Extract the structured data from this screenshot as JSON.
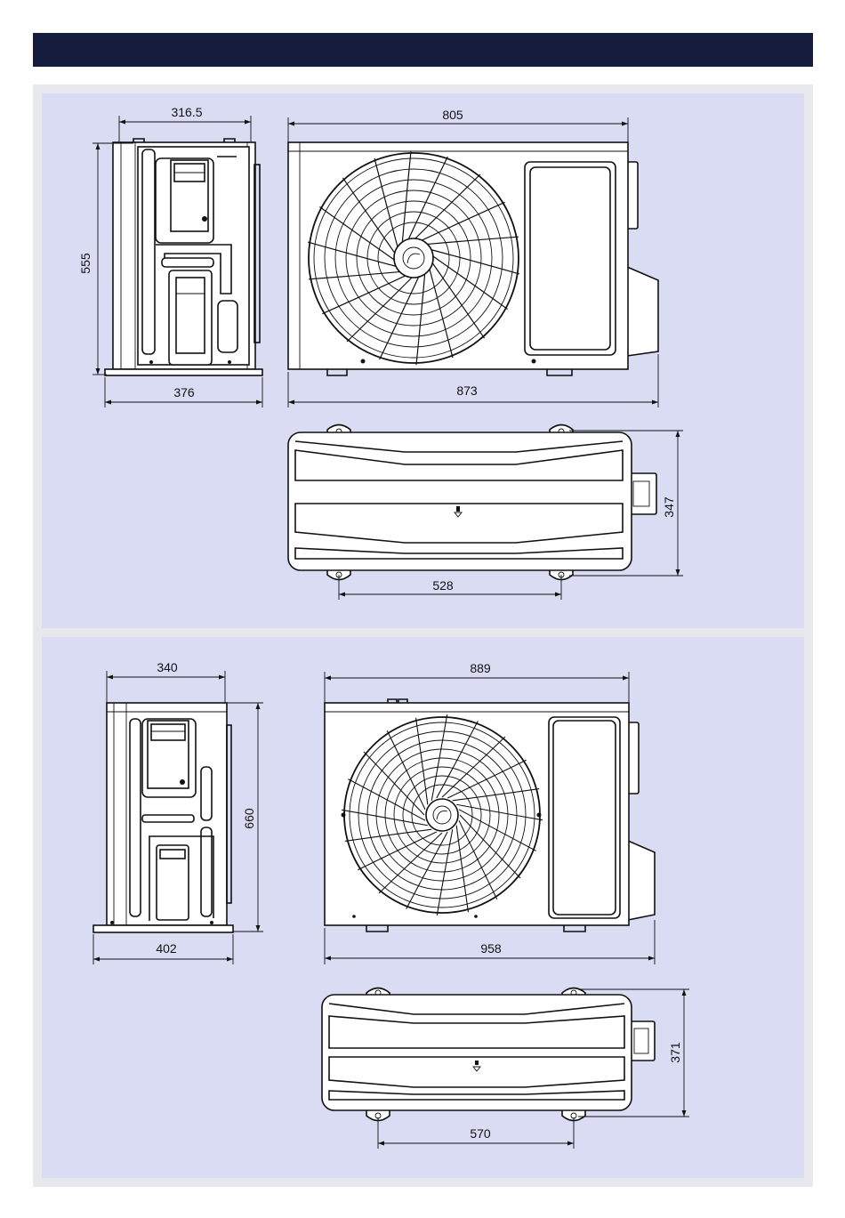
{
  "header": {
    "title": ""
  },
  "colors": {
    "header_bar": "#151c3e",
    "panel_outer": "#e7e8ee",
    "panel_inner": "#d9dcf3",
    "line": "#111111"
  },
  "unit_small": {
    "side_depth": "316.5",
    "side_height": "555",
    "side_base_depth": "376",
    "front_width": "805",
    "front_total_width": "873",
    "top_depth": "347",
    "top_mount_span": "528"
  },
  "unit_large": {
    "side_depth": "340",
    "side_height": "660",
    "side_base_depth": "402",
    "front_width": "889",
    "front_total_width": "958",
    "top_depth": "371",
    "top_mount_span": "570"
  }
}
